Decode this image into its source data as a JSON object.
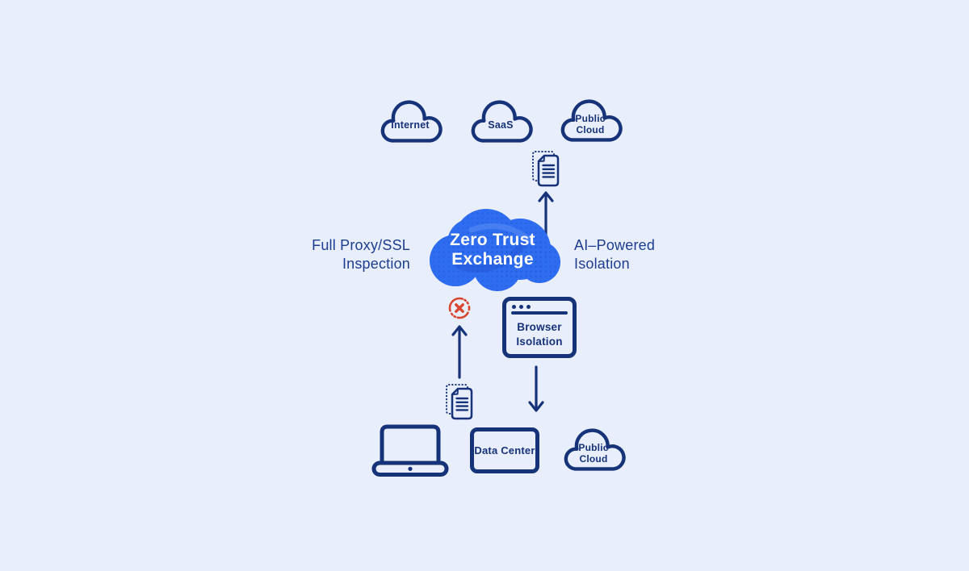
{
  "colors": {
    "bg": "#e8eefb",
    "navy": "#163279",
    "blue": "#2e6cf0",
    "blue_dark": "#2356d4",
    "blue_light": "#5d90f6",
    "red": "#d9452f",
    "white": "#ffffff"
  },
  "icons": {
    "cloud_outline": "cloud-outline-icon",
    "document": "document-copy-icon",
    "blocked": "circle-x-icon",
    "arrow_up": "arrow-up-icon",
    "arrow_down": "arrow-down-icon",
    "laptop": "laptop-icon",
    "browser_window": "browser-window-icon"
  },
  "nodes": {
    "internet": {
      "label": "Internet"
    },
    "saas": {
      "label": "SaaS"
    },
    "public_cloud_top": {
      "line1": "Public",
      "line2": "Cloud"
    },
    "zero_trust_exchange": {
      "line1": "Zero Trust",
      "line2": "Exchange"
    },
    "full_proxy": {
      "line1": "Full Proxy/SSL",
      "line2": "Inspection"
    },
    "ai_powered": {
      "line1": "AI–Powered",
      "line2": "Isolation"
    },
    "browser_isolation": {
      "line1": "Browser",
      "line2": "Isolation"
    },
    "data_center": {
      "label": "Data Center"
    },
    "public_cloud_bottom": {
      "line1": "Public",
      "line2": "Cloud"
    }
  }
}
